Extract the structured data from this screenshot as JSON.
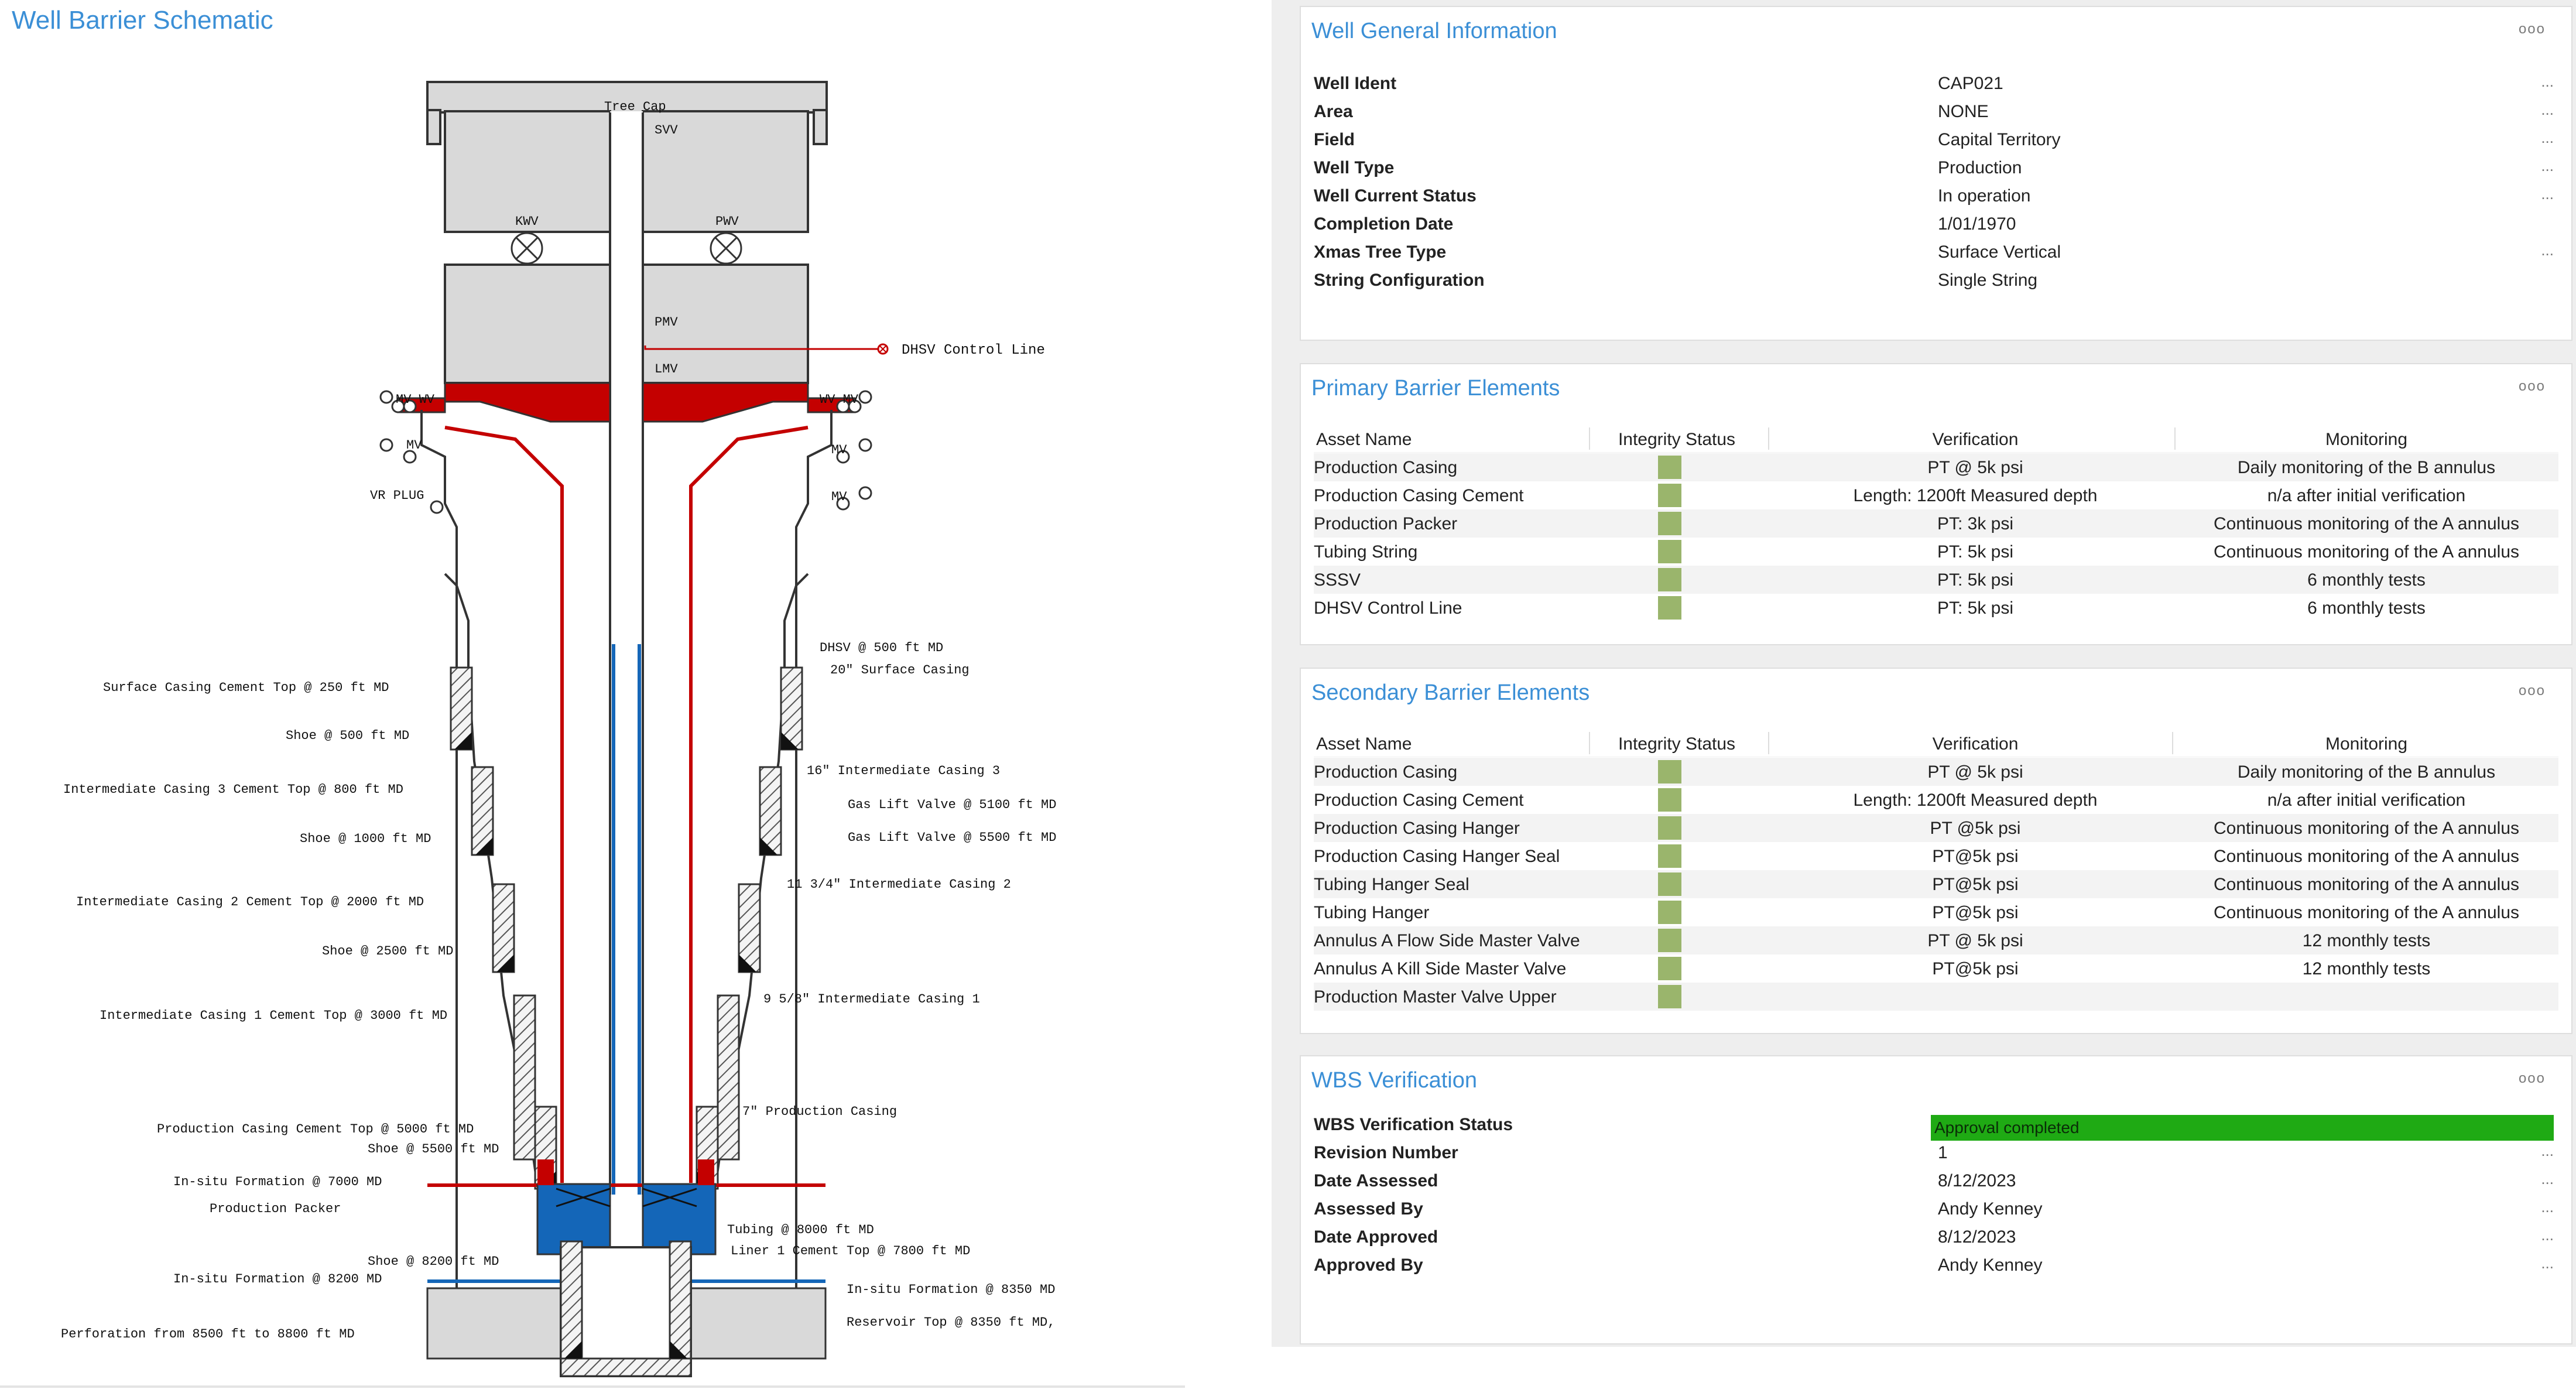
{
  "schematic": {
    "title": "Well Barrier Schematic",
    "labels": {
      "tree_cap": "Tree Cap",
      "svv": "SVV",
      "kwv": "KWV",
      "pwv": "PWV",
      "pmv": "PMV",
      "lmv": "LMV",
      "dhsv_control_line": "DHSV Control Line",
      "mv_wv_left": "MV WV",
      "mv_wv_right": "WV MV",
      "mv_left": "MV",
      "mv_right_1": "MV",
      "mv_right_2": "MV",
      "vr_plug": "VR PLUG",
      "dhsv": "DHSV @ 500 ft MD",
      "surface_casing": "20\" Surface Casing",
      "surface_casing_cement_top": "Surface Casing Cement Top @ 250 ft MD",
      "shoe_500": "Shoe @ 500 ft MD",
      "int_casing_3_cement_top": "Intermediate Casing 3 Cement Top @ 800 ft MD",
      "int_casing_3": "16\" Intermediate Casing 3",
      "gas_lift_5100": "Gas Lift Valve @ 5100 ft MD",
      "gas_lift_5500": "Gas Lift Valve @ 5500 ft MD",
      "shoe_1000": "Shoe @ 1000 ft MD",
      "int_casing_2_cement_top": "Intermediate Casing 2 Cement Top @ 2000 ft MD",
      "int_casing_2": "11 3/4\" Intermediate Casing 2",
      "shoe_2500": "Shoe @ 2500 ft MD",
      "int_casing_1_cement_top": "Intermediate Casing 1 Cement Top @ 3000 ft MD",
      "int_casing_1": "9 5/8\" Intermediate Casing 1",
      "prod_casing": "7\" Production Casing",
      "prod_casing_cement_top": "Production Casing Cement Top @ 5000 ft MD",
      "shoe_5500": "Shoe @ 5500 ft MD",
      "insitu_7000": "In-situ Formation @ 7000 MD",
      "production_packer": "Production Packer",
      "tubing_8000": "Tubing @ 8000 ft MD",
      "liner_1_cement_top": "Liner 1 Cement Top @ 7800 ft MD",
      "shoe_8200": "Shoe @ 8200 ft MD",
      "insitu_8200": "In-situ Formation @ 8200 MD",
      "insitu_8350": "In-situ Formation @ 8350 MD",
      "reservoir_top": "Reservoir Top @ 8350 ft MD,",
      "perforation": "Perforation from 8500 ft to 8800 ft MD"
    },
    "colors": {
      "primary": "#c40000",
      "secondary": "#1466b8",
      "equipment": "#d9d9d9"
    }
  },
  "general": {
    "title": "Well General Information",
    "menu": "ooo",
    "edit": "...",
    "rows": [
      {
        "label": "Well Ident",
        "value": "CAP021"
      },
      {
        "label": "Area",
        "value": "NONE"
      },
      {
        "label": "Field",
        "value": "Capital Territory"
      },
      {
        "label": "Well Type",
        "value": "Production"
      },
      {
        "label": "Well Current Status",
        "value": "In operation"
      },
      {
        "label": "Completion Date",
        "value": "1/01/1970"
      },
      {
        "label": "Xmas Tree Type",
        "value": "Surface Vertical"
      },
      {
        "label": "String Configuration",
        "value": "Single String"
      }
    ]
  },
  "primary": {
    "title": "Primary Barrier Elements",
    "menu": "ooo",
    "headers": {
      "name": "Asset Name",
      "integrity": "Integrity Status",
      "verification": "Verification",
      "monitoring": "Monitoring"
    },
    "rows": [
      {
        "name": "Production Casing",
        "verification": "PT @ 5k psi",
        "monitoring": "Daily monitoring of the B annulus"
      },
      {
        "name": "Production Casing Cement",
        "verification": "Length: 1200ft Measured depth",
        "monitoring": "n/a after initial verification"
      },
      {
        "name": "Production Packer",
        "verification": "PT: 3k psi",
        "monitoring": "Continuous monitoring of the A annulus"
      },
      {
        "name": "Tubing String",
        "verification": "PT: 5k psi",
        "monitoring": "Continuous monitoring of the A annulus"
      },
      {
        "name": "SSSV",
        "verification": "PT: 5k psi",
        "monitoring": "6 monthly tests"
      },
      {
        "name": "DHSV Control Line",
        "verification": "PT: 5k psi",
        "monitoring": "6 monthly tests"
      }
    ],
    "integrity_color": "#9ab56c"
  },
  "secondary": {
    "title": "Secondary Barrier Elements",
    "menu": "ooo",
    "headers": {
      "name": "Asset Name",
      "integrity": "Integrity Status",
      "verification": "Verification",
      "monitoring": "Monitoring"
    },
    "rows": [
      {
        "name": "Production Casing",
        "verification": "PT @ 5k psi",
        "monitoring": "Daily monitoring of the B annulus"
      },
      {
        "name": "Production Casing Cement",
        "verification": "Length: 1200ft Measured depth",
        "monitoring": "n/a after initial verification"
      },
      {
        "name": "Production Casing Hanger",
        "verification": "PT @5k psi",
        "monitoring": "Continuous monitoring of the A annulus"
      },
      {
        "name": "Production Casing Hanger Seal",
        "verification": "PT@5k psi",
        "monitoring": "Continuous monitoring of the A annulus"
      },
      {
        "name": "Tubing Hanger Seal",
        "verification": "PT@5k psi",
        "monitoring": "Continuous monitoring of the A annulus"
      },
      {
        "name": "Tubing Hanger",
        "verification": "PT@5k psi",
        "monitoring": "Continuous monitoring of the A annulus"
      },
      {
        "name": "Annulus A Flow Side Master Valve",
        "verification": "PT @ 5k psi",
        "monitoring": "12 monthly tests"
      },
      {
        "name": "Annulus A Kill Side Master Valve",
        "verification": "PT@5k psi",
        "monitoring": "12 monthly tests"
      },
      {
        "name": "Production Master Valve Upper",
        "verification": "",
        "monitoring": ""
      }
    ]
  },
  "wbs": {
    "title": "WBS Verification",
    "menu": "ooo",
    "edit": "...",
    "status_label": "WBS Verification Status",
    "status_value": "Approval completed",
    "status_color": "#1faa14",
    "rows": [
      {
        "label": "Revision Number",
        "value": "1"
      },
      {
        "label": "Date Assessed",
        "value": "8/12/2023"
      },
      {
        "label": "Assessed By",
        "value": "Andy Kenney"
      },
      {
        "label": "Date Approved",
        "value": "8/12/2023"
      },
      {
        "label": "Approved By",
        "value": "Andy Kenney"
      }
    ]
  }
}
